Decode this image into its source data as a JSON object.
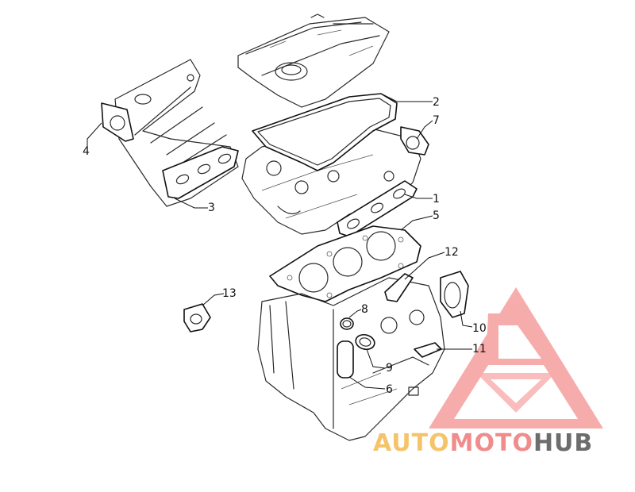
{
  "callouts": [
    {
      "id": "1",
      "label": "1"
    },
    {
      "id": "2",
      "label": "2"
    },
    {
      "id": "3",
      "label": "3"
    },
    {
      "id": "4",
      "label": "4"
    },
    {
      "id": "5",
      "label": "5"
    },
    {
      "id": "6",
      "label": "6"
    },
    {
      "id": "7",
      "label": "7"
    },
    {
      "id": "8",
      "label": "8"
    },
    {
      "id": "9",
      "label": "9"
    },
    {
      "id": "10",
      "label": "10"
    },
    {
      "id": "11",
      "label": "11"
    },
    {
      "id": "12",
      "label": "12"
    },
    {
      "id": "13",
      "label": "13"
    }
  ],
  "watermark": {
    "part1": "AUTO",
    "part2": "MOTO",
    "part3": "HUB",
    "color_auto": "#f5c46a",
    "color_moto": "#f08c8c",
    "color_hub": "#6d6d6d",
    "logo_color": "#f26a6a"
  }
}
